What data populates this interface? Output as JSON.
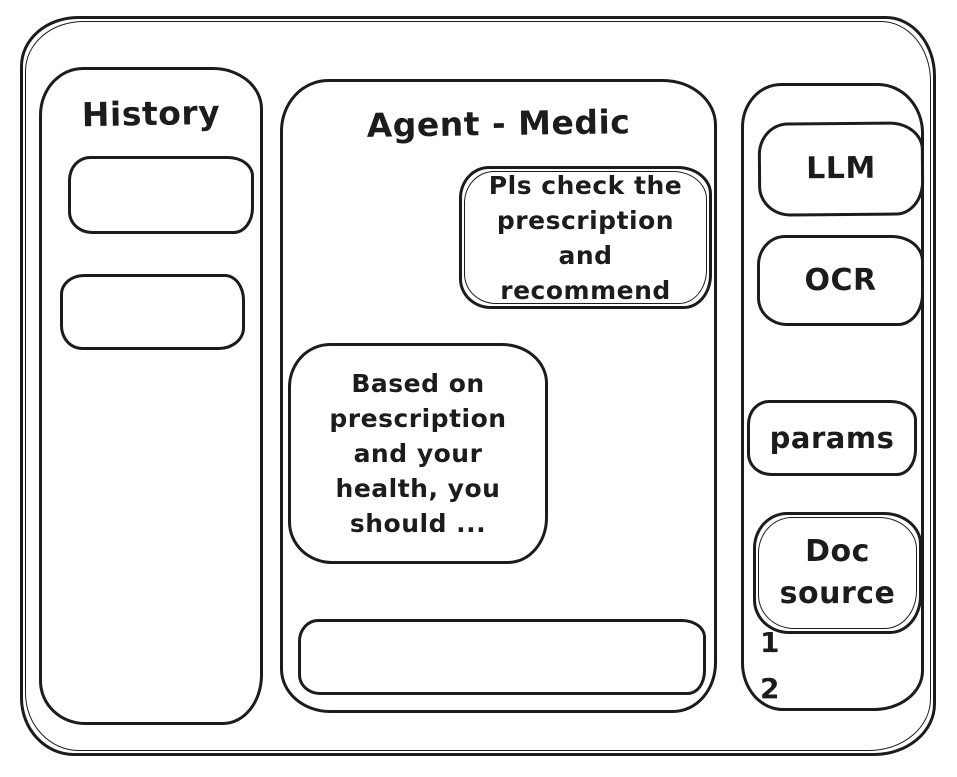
{
  "history_panel": {
    "title": "History",
    "items": [
      "",
      ""
    ]
  },
  "chat_panel": {
    "title": "Agent - Medic",
    "messages": {
      "user": "Pls check the prescription and recommend",
      "agent": "Based on prescription and your health, you should ..."
    },
    "input": {
      "value": "",
      "placeholder": ""
    }
  },
  "tools_panel": {
    "buttons": [
      {
        "label": "LLM"
      },
      {
        "label": "OCR"
      },
      {
        "label": "params"
      },
      {
        "label": "Doc source"
      }
    ],
    "doc_source_items": [
      "1",
      "2"
    ]
  },
  "colors": {
    "ink": "#1c1c1c",
    "background": "#ffffff"
  }
}
